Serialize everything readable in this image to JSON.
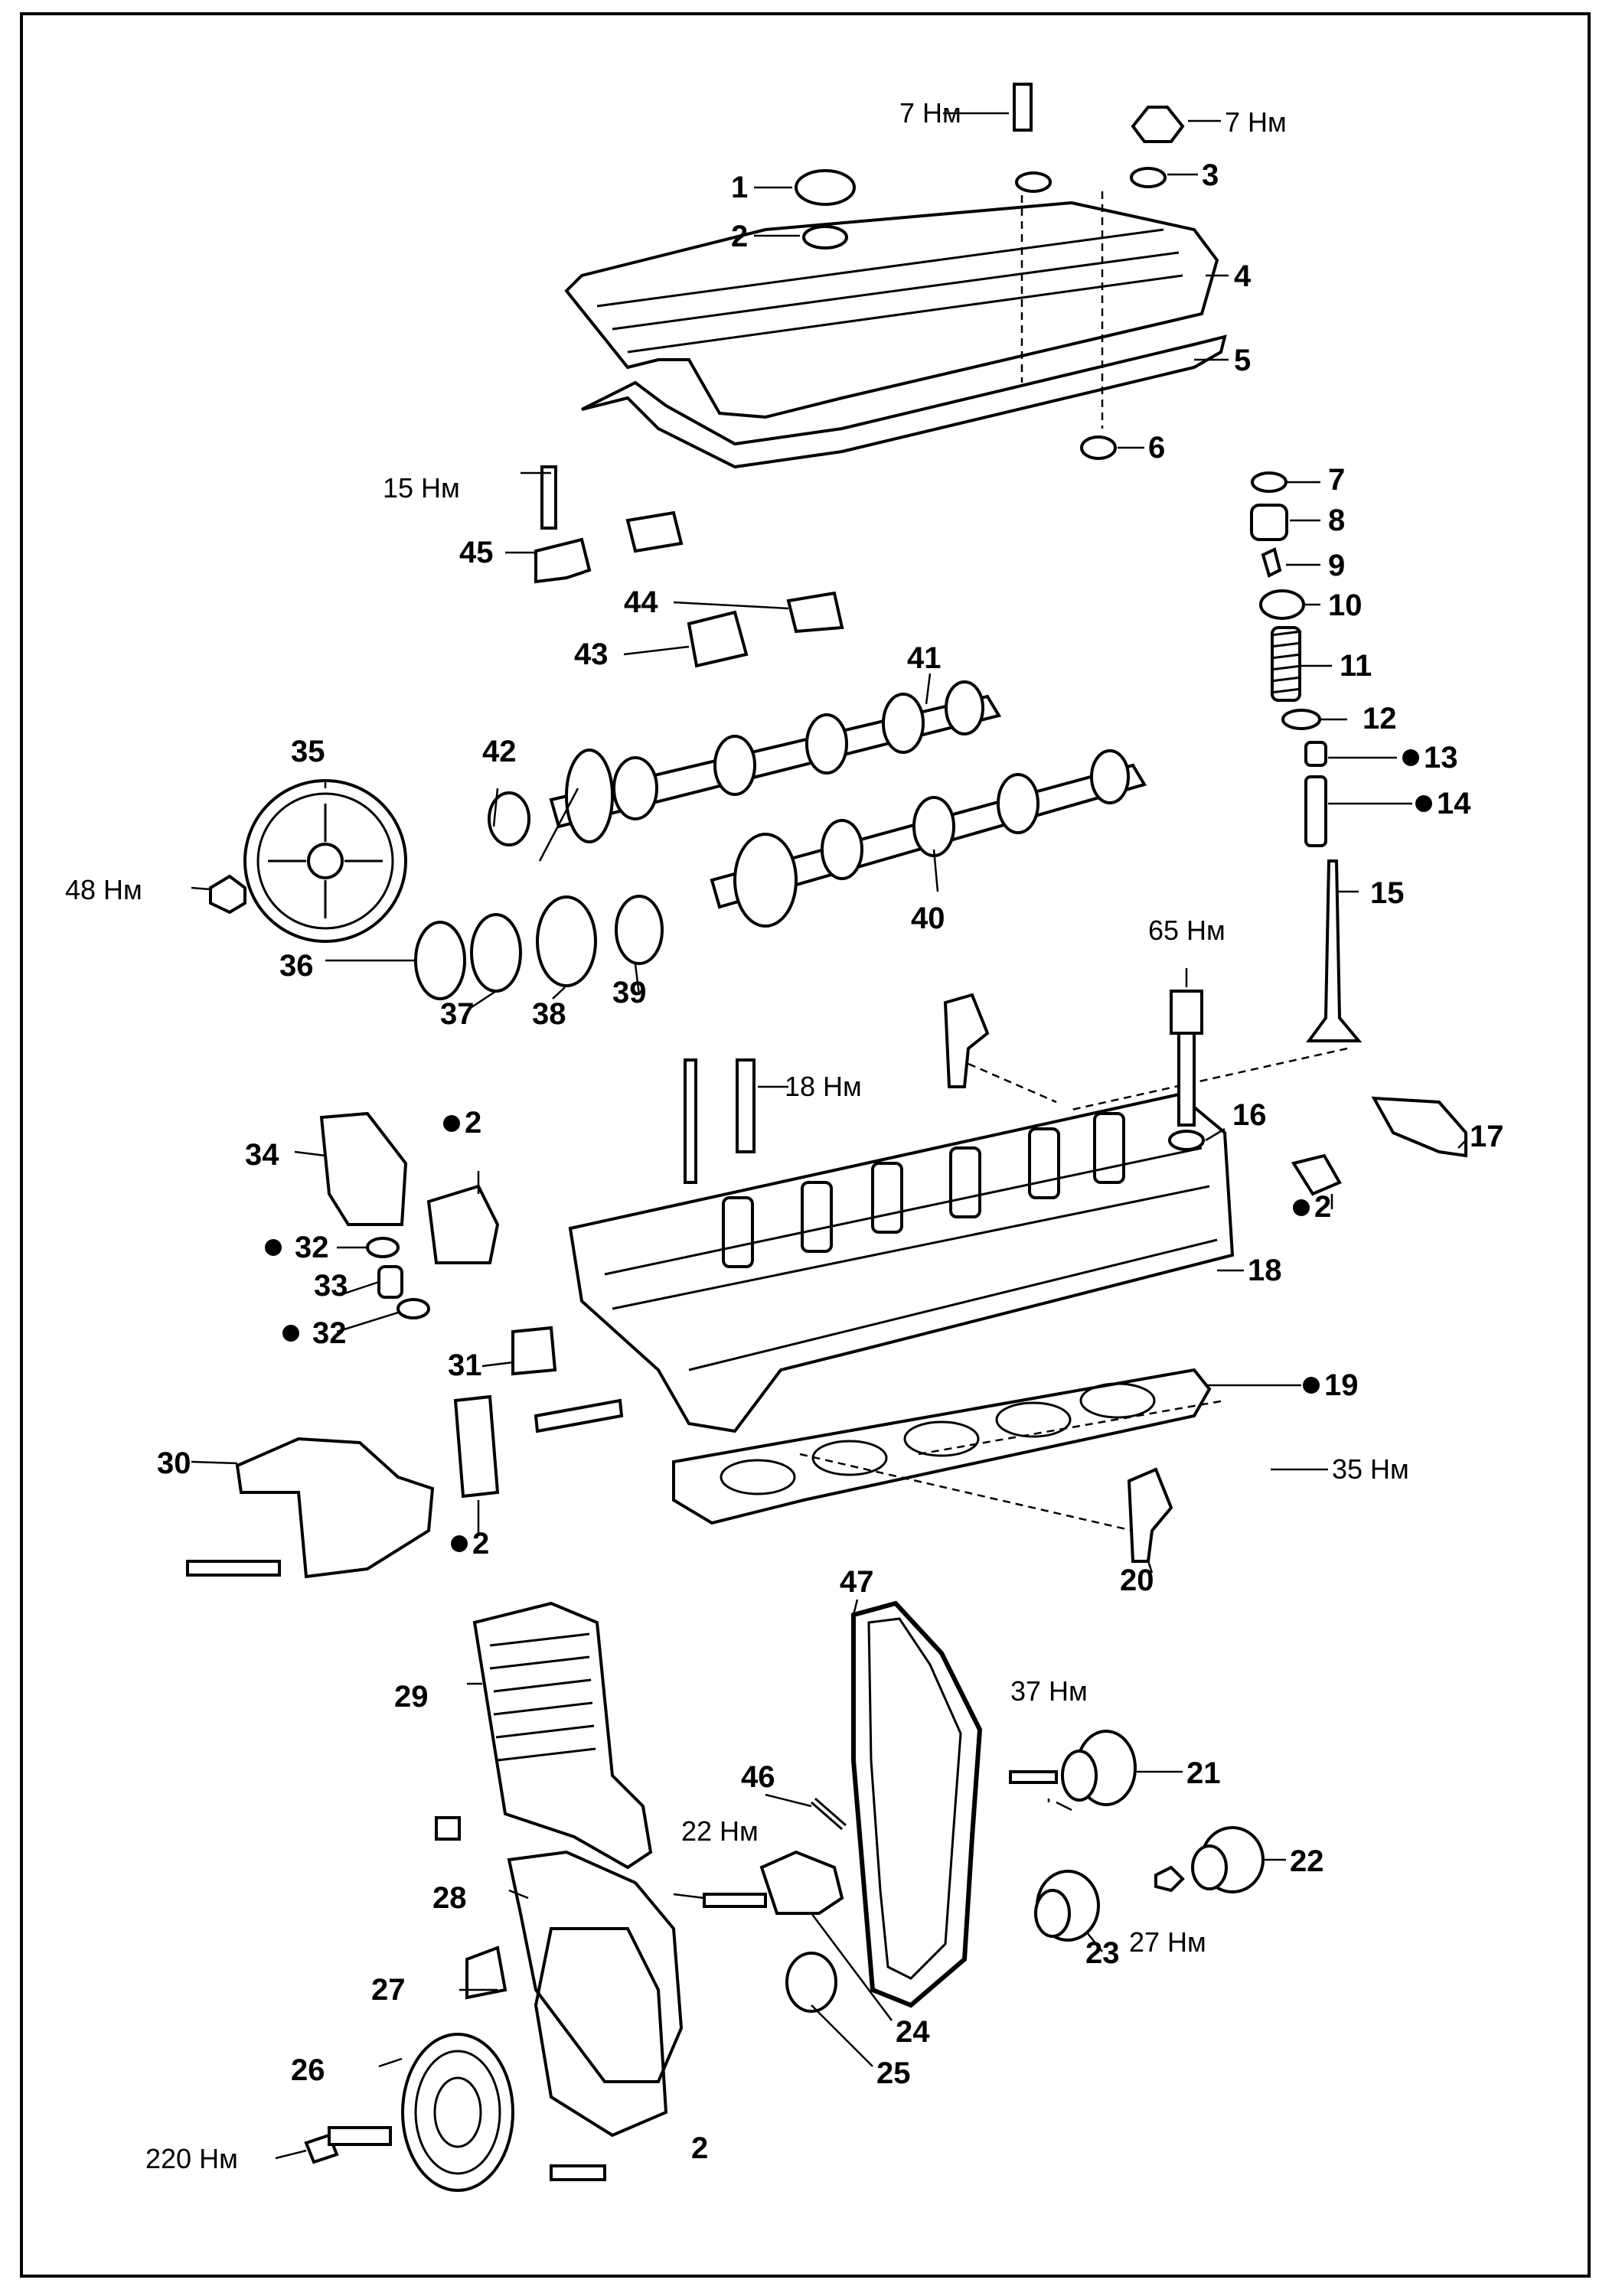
{
  "labels": {
    "l1": "1",
    "l2a": "2",
    "l3": "3",
    "l4": "4",
    "l5": "5",
    "l6": "6",
    "l7": "7",
    "l8": "8",
    "l9": "9",
    "l10": "10",
    "l11": "11",
    "l12": "12",
    "l13": "13",
    "l14": "14",
    "l15": "15",
    "l16": "16",
    "l17": "17",
    "l18": "18",
    "l19": "19",
    "l20": "20",
    "l21": "21",
    "l22": "22",
    "l23": "23",
    "l24": "24",
    "l25": "25",
    "l26": "26",
    "l27": "27",
    "l28": "28",
    "l29": "29",
    "l30": "30",
    "l31": "31",
    "l32a": "32",
    "l32b": "32",
    "l33": "33",
    "l34": "34",
    "l35": "35",
    "l36": "36",
    "l37": "37",
    "l38": "38",
    "l39": "39",
    "l40": "40",
    "l41": "41",
    "l42": "42",
    "l43": "43",
    "l44": "44",
    "l45": "45",
    "l46": "46",
    "l47": "47",
    "l2b": "2",
    "l2c": "2",
    "l2d": "2",
    "l2e": "2"
  },
  "torques": {
    "t1": "7 Нм",
    "t2": "7 Нм",
    "t3": "15 Нм",
    "t4": "48 Нм",
    "t5": "65 Нм",
    "t6": "18 Нм",
    "t7": "35 Нм",
    "t8": "37 Нм",
    "t9": "22 Нм",
    "t10": "27 Нм",
    "t11": "220 Нм"
  }
}
